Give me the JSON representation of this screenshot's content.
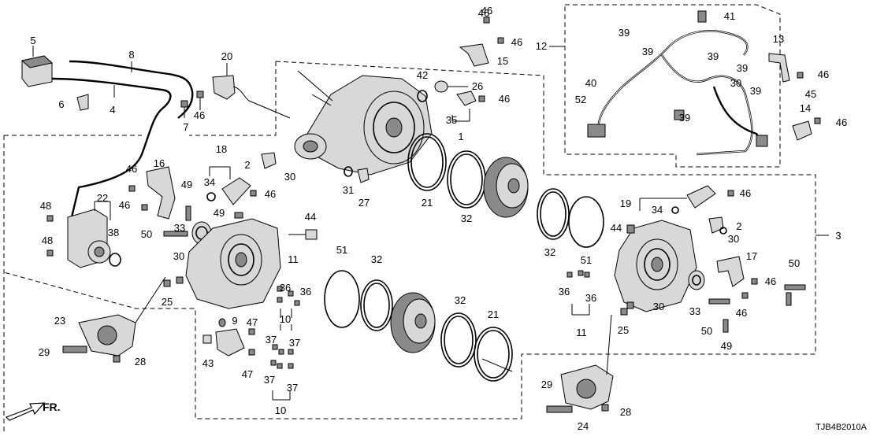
{
  "diagram": {
    "diagram_code": "TJB4B2010A",
    "direction_label": "FR.",
    "callouts": [
      {
        "id": "c1",
        "text": "1"
      },
      {
        "id": "c2a",
        "text": "2"
      },
      {
        "id": "c2b",
        "text": "2"
      },
      {
        "id": "c3",
        "text": "3"
      },
      {
        "id": "c4",
        "text": "4"
      },
      {
        "id": "c5",
        "text": "5"
      },
      {
        "id": "c6",
        "text": "6"
      },
      {
        "id": "c7",
        "text": "7"
      },
      {
        "id": "c8",
        "text": "8"
      },
      {
        "id": "c9",
        "text": "9"
      },
      {
        "id": "c10a",
        "text": "10"
      },
      {
        "id": "c10b",
        "text": "10"
      },
      {
        "id": "c11a",
        "text": "11"
      },
      {
        "id": "c11b",
        "text": "11"
      },
      {
        "id": "c12",
        "text": "12"
      },
      {
        "id": "c13",
        "text": "13"
      },
      {
        "id": "c14",
        "text": "14"
      },
      {
        "id": "c15",
        "text": "15"
      },
      {
        "id": "c16",
        "text": "16"
      },
      {
        "id": "c17",
        "text": "17"
      },
      {
        "id": "c18",
        "text": "18"
      },
      {
        "id": "c19",
        "text": "19"
      },
      {
        "id": "c20",
        "text": "20"
      },
      {
        "id": "c21a",
        "text": "21"
      },
      {
        "id": "c21b",
        "text": "21"
      },
      {
        "id": "c22",
        "text": "22"
      },
      {
        "id": "c23",
        "text": "23"
      },
      {
        "id": "c24",
        "text": "24"
      },
      {
        "id": "c25a",
        "text": "25"
      },
      {
        "id": "c25b",
        "text": "25"
      },
      {
        "id": "c26",
        "text": "26"
      },
      {
        "id": "c27",
        "text": "27"
      },
      {
        "id": "c28a",
        "text": "28"
      },
      {
        "id": "c28b",
        "text": "28"
      },
      {
        "id": "c29a",
        "text": "29"
      },
      {
        "id": "c29b",
        "text": "29"
      },
      {
        "id": "c30a",
        "text": "30"
      },
      {
        "id": "c30b",
        "text": "30"
      },
      {
        "id": "c30c",
        "text": "30"
      },
      {
        "id": "c30d",
        "text": "30"
      },
      {
        "id": "c30e",
        "text": "30"
      },
      {
        "id": "c31",
        "text": "31"
      },
      {
        "id": "c32a",
        "text": "32"
      },
      {
        "id": "c32b",
        "text": "32"
      },
      {
        "id": "c32c",
        "text": "32"
      },
      {
        "id": "c32d",
        "text": "32"
      },
      {
        "id": "c33a",
        "text": "33"
      },
      {
        "id": "c33b",
        "text": "33"
      },
      {
        "id": "c34a",
        "text": "34"
      },
      {
        "id": "c34b",
        "text": "34"
      },
      {
        "id": "c35",
        "text": "35"
      },
      {
        "id": "c36a",
        "text": "36"
      },
      {
        "id": "c36b",
        "text": "36"
      },
      {
        "id": "c36c",
        "text": "36"
      },
      {
        "id": "c36d",
        "text": "36"
      },
      {
        "id": "c37a",
        "text": "37"
      },
      {
        "id": "c37b",
        "text": "37"
      },
      {
        "id": "c37c",
        "text": "37"
      },
      {
        "id": "c37d",
        "text": "37"
      },
      {
        "id": "c38",
        "text": "38"
      },
      {
        "id": "c39a",
        "text": "39"
      },
      {
        "id": "c39b",
        "text": "39"
      },
      {
        "id": "c39c",
        "text": "39"
      },
      {
        "id": "c39d",
        "text": "39"
      },
      {
        "id": "c39e",
        "text": "39"
      },
      {
        "id": "c39f",
        "text": "39"
      },
      {
        "id": "c40",
        "text": "40"
      },
      {
        "id": "c41",
        "text": "41"
      },
      {
        "id": "c42",
        "text": "42"
      },
      {
        "id": "c43",
        "text": "43"
      },
      {
        "id": "c44a",
        "text": "44"
      },
      {
        "id": "c44b",
        "text": "44"
      },
      {
        "id": "c45",
        "text": "45"
      },
      {
        "id": "c46a",
        "text": "46"
      },
      {
        "id": "c46b",
        "text": "46"
      },
      {
        "id": "c46c",
        "text": "46"
      },
      {
        "id": "c46d",
        "text": "46"
      },
      {
        "id": "c46e",
        "text": "46"
      },
      {
        "id": "c46f",
        "text": "46"
      },
      {
        "id": "c46g",
        "text": "46"
      },
      {
        "id": "c46h",
        "text": "46"
      },
      {
        "id": "c46i",
        "text": "46"
      },
      {
        "id": "c46j",
        "text": "46"
      },
      {
        "id": "c46k",
        "text": "46"
      },
      {
        "id": "c46l",
        "text": "46"
      },
      {
        "id": "c46m",
        "text": "46"
      },
      {
        "id": "c47a",
        "text": "47"
      },
      {
        "id": "c47b",
        "text": "47"
      },
      {
        "id": "c48a",
        "text": "48"
      },
      {
        "id": "c48b",
        "text": "48"
      },
      {
        "id": "c49a",
        "text": "49"
      },
      {
        "id": "c49b",
        "text": "49"
      },
      {
        "id": "c49c",
        "text": "49"
      },
      {
        "id": "c50a",
        "text": "50"
      },
      {
        "id": "c50b",
        "text": "50"
      },
      {
        "id": "c50c",
        "text": "50"
      },
      {
        "id": "c51a",
        "text": "51"
      },
      {
        "id": "c51b",
        "text": "51"
      },
      {
        "id": "c52",
        "text": "52"
      }
    ]
  }
}
